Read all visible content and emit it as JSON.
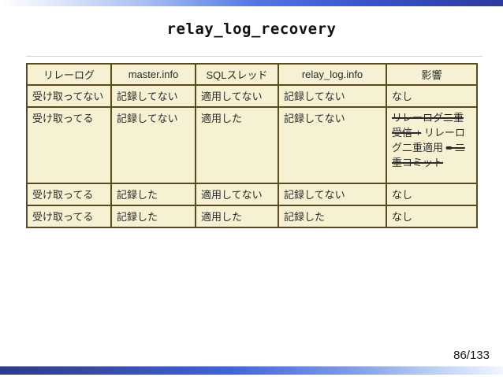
{
  "slide": {
    "title": "relay_log_recovery",
    "page_number": "86/133"
  },
  "table": {
    "headers": [
      "リレーログ",
      "master.info",
      "SQLスレッド",
      "relay_log.info",
      "影響"
    ],
    "rows": [
      {
        "cells": [
          "受け取ってない",
          "記録してない",
          "適用してない",
          "記録してない"
        ],
        "effect": "なし"
      },
      {
        "cells": [
          "受け取ってる",
          "記録してない",
          "適用した",
          "記録してない"
        ],
        "effect_parts": {
          "struck_prefix": "リレーログ二重受信 +",
          "normal": " リレーログ二重適用 ",
          "struck_suffix": "= 二重コミット"
        }
      },
      {
        "cells": [
          "受け取ってる",
          "記録した",
          "適用してない",
          "記録してない"
        ],
        "effect": "なし"
      },
      {
        "cells": [
          "受け取ってる",
          "記録した",
          "適用した",
          "記録した"
        ],
        "effect": "なし"
      }
    ]
  },
  "colors": {
    "table_border": "#5b4a1d",
    "table_background": "#f6f1d3",
    "bar_blue_dark": "#2c3a9e",
    "bar_blue_mid": "#3f63d8",
    "text": "#2a2a2a"
  }
}
